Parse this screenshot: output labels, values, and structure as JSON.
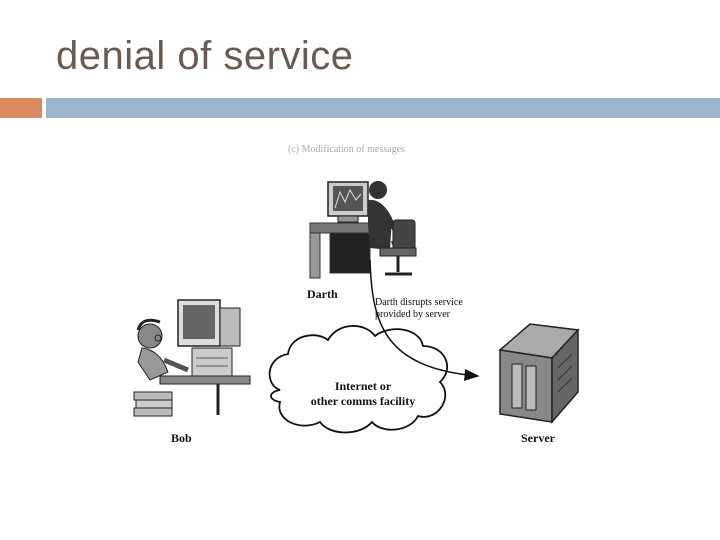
{
  "title": "denial of service",
  "diagram": {
    "caption": "(c) Modification of messages",
    "nodes": {
      "darth": "Darth",
      "bob": "Bob",
      "server": "Server"
    },
    "cloud_line1": "Internet or",
    "cloud_line2": "other comms facility",
    "annotation_line1": "Darth disrupts service",
    "annotation_line2": "provided by server"
  },
  "colors": {
    "title_text": "#6b5a52",
    "accent_orange": "#d98b5f",
    "accent_blue": "#9db6cc"
  }
}
